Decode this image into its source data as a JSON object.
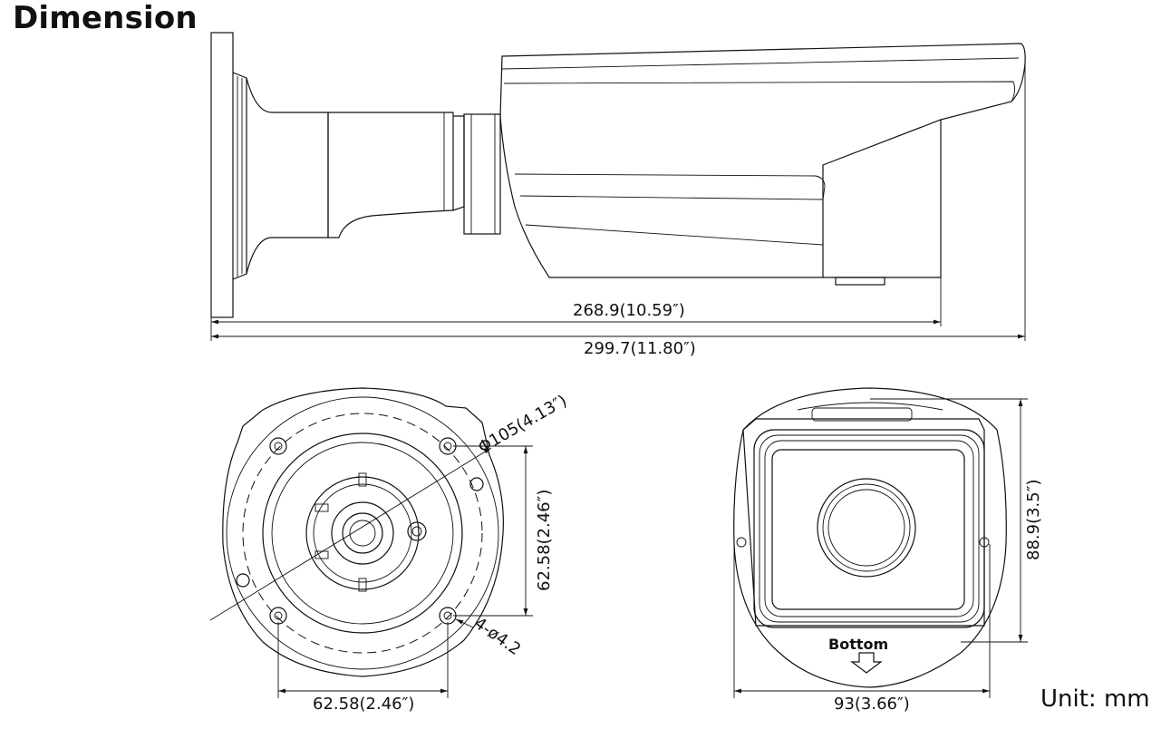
{
  "title": "Dimension",
  "unit_label": "Unit: mm",
  "side_view": {
    "dim_body_length": "268.9(10.59″)",
    "dim_total_length": "299.7(11.80″)"
  },
  "mount_view": {
    "dim_diameter": "Φ105(4.13″)",
    "dim_hole_vertical": "62.58(2.46″)",
    "dim_hole_horizontal": "62.58(2.46″)",
    "dim_holes": "4-ø4.2"
  },
  "front_view": {
    "dim_height": "88.9(3.5″)",
    "dim_width": "93(3.66″)",
    "bottom_label": "Bottom"
  }
}
